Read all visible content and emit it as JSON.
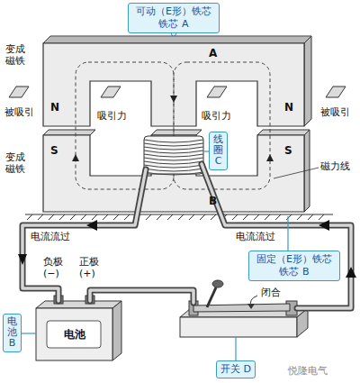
{
  "diagram": {
    "nodes": [
      {
        "text": [
          "可动（E形）铁芯 铁芯 A"
        ]
      },
      {
        "text": [
          "线圈 C"
        ]
      },
      {
        "text": [
          "固定（E形）铁芯 铁芯 B"
        ]
      },
      {
        "text": [
          "电池 B"
        ]
      },
      {
        "text": [
          "开关 D"
        ]
      }
    ],
    "labels": [
      "变成 磁铁",
      "A",
      "N",
      "N",
      "被吸引",
      "吸引力",
      "吸引力",
      "被吸引",
      "S",
      "S",
      "磁力线",
      "变成 磁铁",
      "B",
      "电流流过",
      "电流流过",
      "负极 (−)",
      "正极 (+)",
      "闭合",
      "电池",
      "悦隆电气"
    ]
  }
}
